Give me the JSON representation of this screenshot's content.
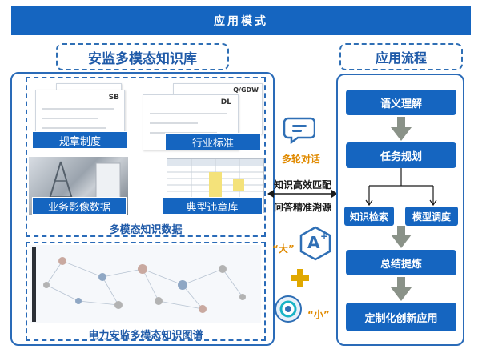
{
  "banner": {
    "title": "应用模式"
  },
  "left_section": {
    "title": "安监多模态知识库",
    "data_panel": {
      "tags": [
        "规章制度",
        "行业标准",
        "业务影像数据",
        "典型违章库"
      ],
      "caption": "多模态知识数据",
      "doc_marks": [
        "SB",
        "DL",
        "Q/GDW"
      ]
    },
    "graph_panel": {
      "caption": "电力安监多模态知识图谱"
    }
  },
  "middle": {
    "chat_label": "多轮对话",
    "match_label": "知识高效匹配",
    "trace_label": "问答精准溯源",
    "big_label": "“大”",
    "small_label": "“小”",
    "ai_icon_text": "A",
    "plus_symbol": "+"
  },
  "right_section": {
    "title": "应用流程",
    "steps": {
      "s1": "语义理解",
      "s2": "任务规划",
      "s3a": "知识检索",
      "s3b": "模型调度",
      "s4": "总结提炼",
      "s5": "定制化创新应用"
    }
  },
  "colors": {
    "primary": "#1565c0",
    "accent_orange": "#e08a00",
    "arrow_grey": "#8a9288",
    "plus_gold": "#e0a800"
  }
}
